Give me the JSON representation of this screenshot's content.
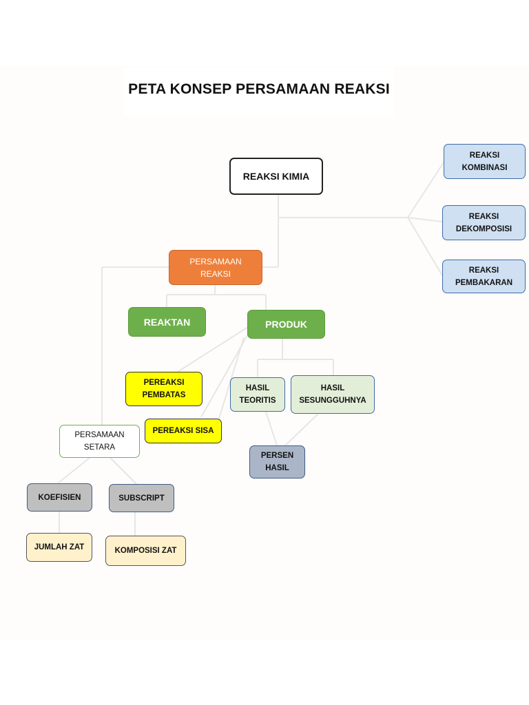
{
  "title": "PETA KONSEP PERSAMAAN REAKSI",
  "nodes": {
    "reaksi_kimia": "REAKSI KIMIA",
    "reaksi_kombinasi": "REAKSI\nKOMBINASI",
    "reaksi_dekomposisi": "REAKSI\nDEKOMPOSISI",
    "reaksi_pembakaran": "REAKSI\nPEMBAKARAN",
    "persamaan_reaksi": "PERSAMAAN\nREAKSI",
    "reaktan": "REAKTAN",
    "produk": "PRODUK",
    "pereaksi_pembatas": "PEREAKSI\nPEMBATAS",
    "pereaksi_sisa": "PEREAKSI SISA",
    "hasil_teoritis": "HASIL\nTEORITIS",
    "hasil_sesungguhnya": "HASIL\nSESUNGGUHNYA",
    "persen_hasil": "PERSEN\nHASIL",
    "persamaan_setara": "PERSAMAAN\nSETARA",
    "koefisien": "KOEFISIEN",
    "subscript": "SUBSCRIPT",
    "jumlah_zat": "JUMLAH ZAT",
    "komposisi_zat": "KOMPOSISI ZAT"
  },
  "colors": {
    "root_border": "#222222",
    "blue_fill": "#cfe0f3",
    "orange_fill": "#ee7f3a",
    "green_fill": "#6db04b",
    "yellow_fill": "#ffff00",
    "light_green_fill": "#e3eed9",
    "steel_fill": "#aab5c8",
    "gray_fill": "#bfbfbf",
    "cream_fill": "#fff1cc",
    "connector": "#e6e6e6"
  }
}
